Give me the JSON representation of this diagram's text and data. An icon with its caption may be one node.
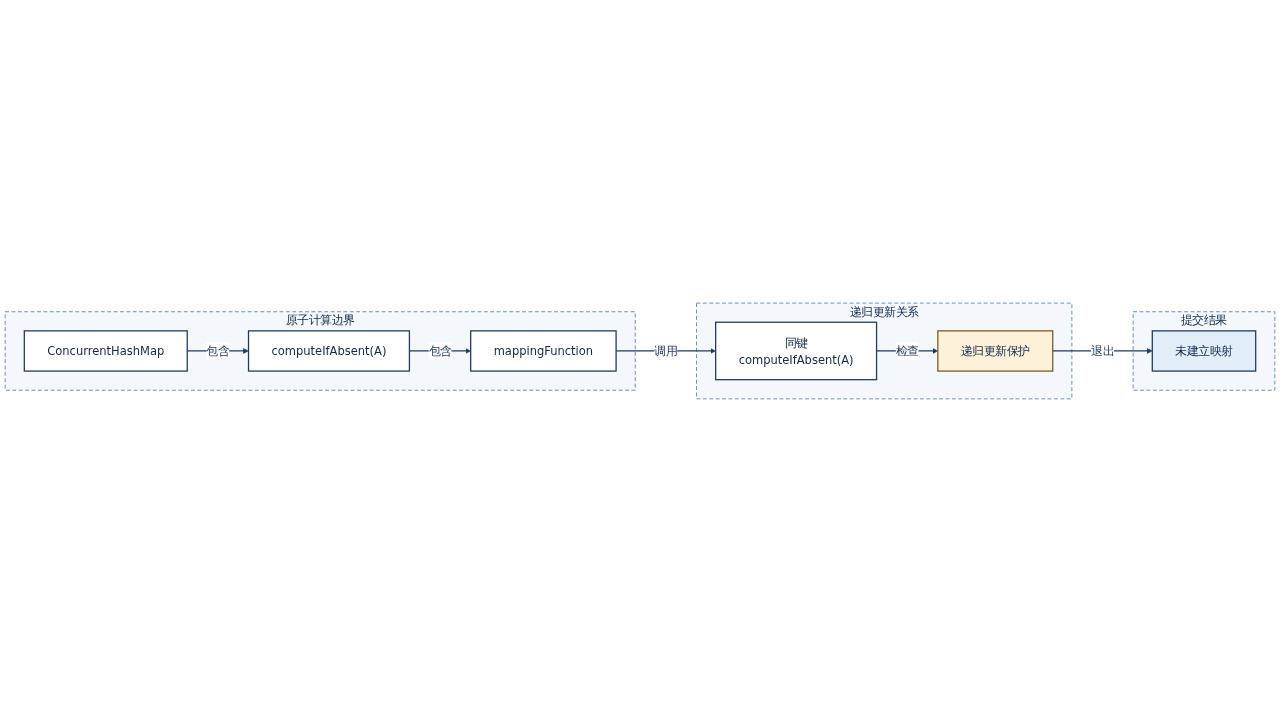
{
  "diagram": {
    "nodes": [
      {
        "text": [
          "原子计算边界"
        ]
      },
      {
        "text": [
          "ConcurrentHashMap"
        ],
        "in": 0
      },
      {
        "text": [
          "computeIfAbsent(A)"
        ],
        "in": 0
      },
      {
        "text": [
          "mappingFunction"
        ],
        "in": 0
      },
      {
        "text": [
          "递归更新关系"
        ]
      },
      {
        "text": [
          "同键",
          "computeIfAbsent(A)"
        ],
        "in": 4
      },
      {
        "text": [
          "递归更新保护"
        ],
        "in": 4
      },
      {
        "text": [
          "提交结果"
        ]
      },
      {
        "text": [
          "未建立映射"
        ],
        "in": 7
      }
    ],
    "edges": [
      {
        "from": 1,
        "to": 2,
        "arrow": "to",
        "label": "包含"
      },
      {
        "from": 2,
        "to": 3,
        "arrow": "to",
        "label": "包含"
      },
      {
        "from": 3,
        "to": 5,
        "arrow": "to",
        "label": "调用"
      },
      {
        "from": 5,
        "to": 6,
        "arrow": "to",
        "label": "检查"
      },
      {
        "from": 6,
        "to": 8,
        "arrow": "to",
        "label": "退出"
      }
    ]
  }
}
